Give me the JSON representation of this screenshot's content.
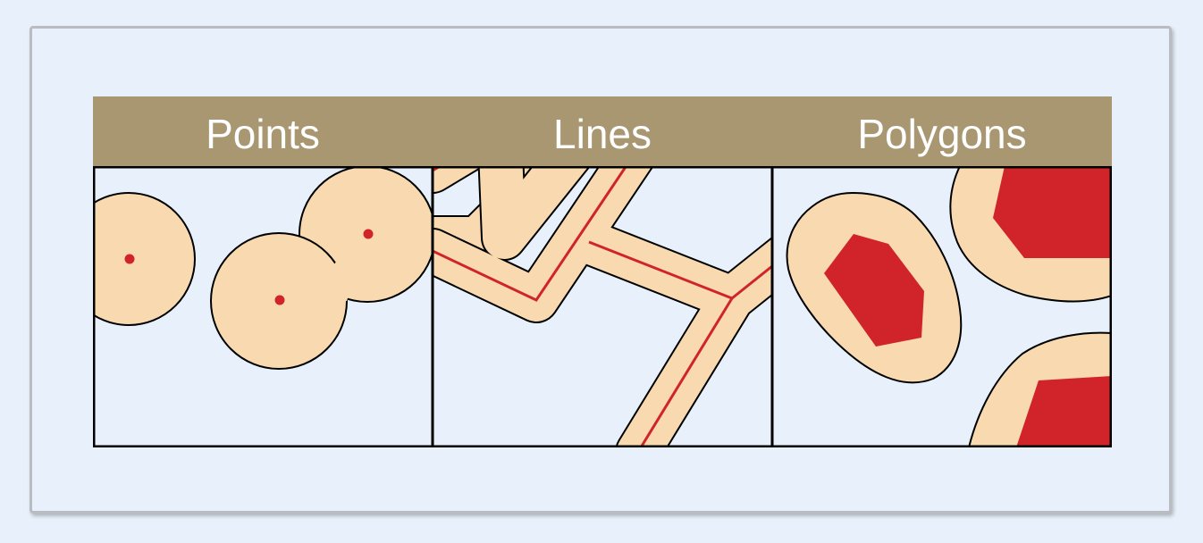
{
  "headers": {
    "points": "Points",
    "lines": "Lines",
    "polygons": "Polygons"
  },
  "colors": {
    "header_bg": "#a89770",
    "background": "#e8f1fb",
    "buffer_fill": "#f8d9b0",
    "feature": "#d0242a",
    "outline": "#000000"
  }
}
